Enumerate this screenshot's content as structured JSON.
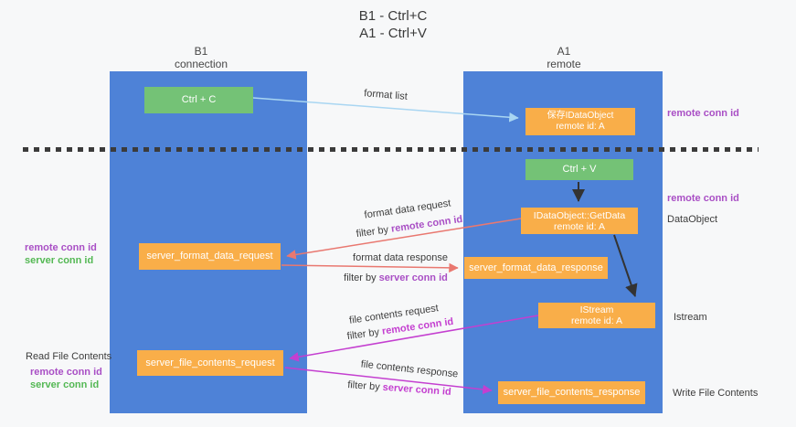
{
  "title": {
    "line1": "B1 - Ctrl+C",
    "line2": "A1 - Ctrl+V"
  },
  "columns": {
    "left": {
      "name": "B1",
      "role": "connection"
    },
    "right": {
      "name": "A1",
      "role": "remote"
    }
  },
  "boxes": {
    "ctrl_c": "Ctrl + C",
    "ctrl_v": "Ctrl + V",
    "save_idataobject": {
      "line1": "保存IDataObject",
      "line2": "remote id: A"
    },
    "getdata": {
      "line1": "IDataObject::GetData",
      "line2": "remote id: A"
    },
    "istream": {
      "line1": "IStream",
      "line2": "remote id: A"
    },
    "server_format_data_request": "server_format_data_request",
    "server_format_data_response": "server_format_data_response",
    "server_file_contents_request": "server_file_contents_request",
    "server_file_contents_response": "server_file_contents_response"
  },
  "flow_labels": {
    "format_list": "format list",
    "format_data_request": "format data request",
    "format_data_response": "format data response",
    "file_contents_request": "file contents request",
    "file_contents_response": "file contents response",
    "filter_by": "filter by ",
    "remote_conn_id": "remote conn id",
    "server_conn_id": "server conn id"
  },
  "side_labels": {
    "remote_conn_id": "remote conn id",
    "server_conn_id": "server conn id",
    "dataobject": "DataObject",
    "istream": "Istream",
    "read_file_contents": "Read File Contents",
    "write_file_contents": "Write File Contents"
  },
  "colors": {
    "lane_blue": "#4e82d7",
    "box_green": "#74c276",
    "box_orange": "#f9ae49",
    "arrow_light_blue": "#a9d6f2",
    "arrow_red": "#e97870",
    "arrow_magenta": "#c43fd0",
    "arrow_black": "#333333",
    "label_purple": "#a94fc5",
    "label_green": "#54b854",
    "background": "#f7f8f9"
  }
}
